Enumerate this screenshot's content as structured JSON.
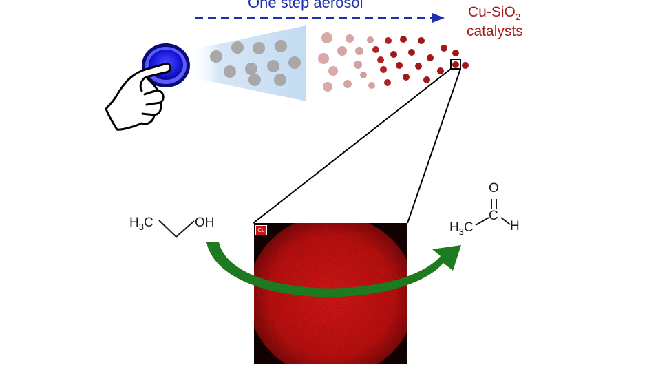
{
  "process": {
    "title": "One step aerosol"
  },
  "catalyst": {
    "line1_main": "Cu-SiO",
    "line1_sub": "2",
    "line2": "catalysts"
  },
  "reactant": {
    "h3c_main": "H",
    "h3c_sub": "3",
    "h3c_tail": "C",
    "oh": "OH"
  },
  "product": {
    "h3c_main": "H",
    "h3c_sub": "3",
    "h3c_tail": "C",
    "carbon": "C",
    "oxygen": "O",
    "hydrogen": "H"
  },
  "eds_map": {
    "element_tag": "Cu"
  },
  "icons": [
    "hand-pointer-icon",
    "spray-button-icon"
  ],
  "colors": {
    "arrow_blue": "#1c2fb0",
    "catalyst_red": "#a51d1d",
    "green_arrow": "#1e7a1e",
    "button_blue": "#1a1ae0",
    "map_red": "#c41010"
  }
}
